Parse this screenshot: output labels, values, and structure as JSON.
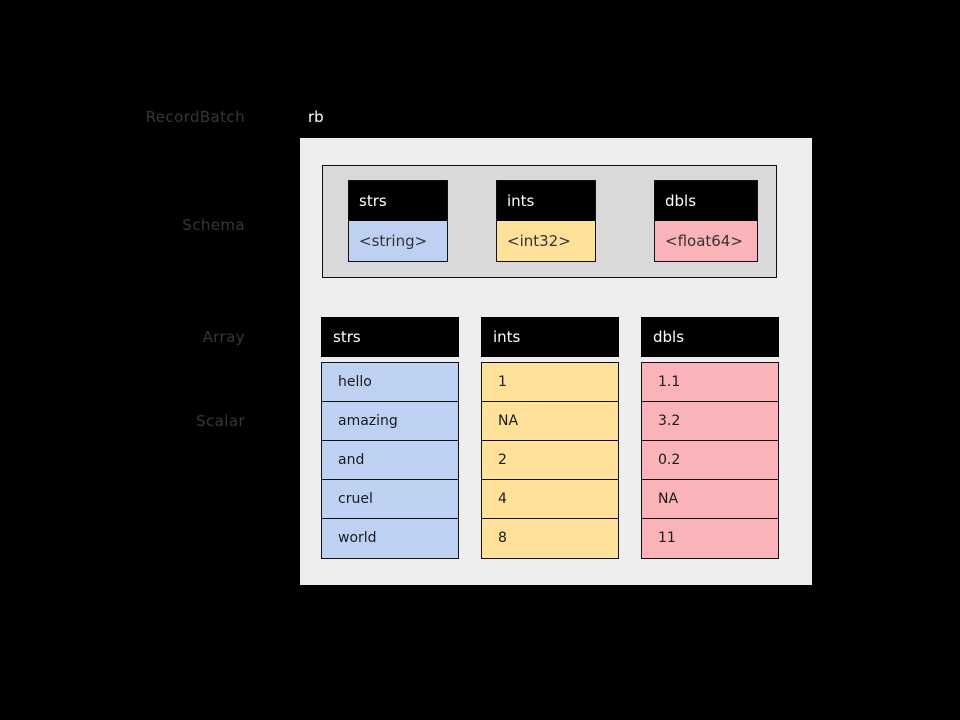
{
  "labels": {
    "recordbatch": "RecordBatch",
    "schema": "Schema",
    "array": "Array",
    "scalar": "Scalar"
  },
  "recordbatch": {
    "name": "rb"
  },
  "schema": {
    "fields": [
      {
        "name": "strs",
        "type": "<string>",
        "color": "#bed1f2"
      },
      {
        "name": "ints",
        "type": "<int32>",
        "color": "#ffe19a"
      },
      {
        "name": "dbls",
        "type": "<float64>",
        "color": "#fab4b9"
      }
    ]
  },
  "columns": [
    {
      "name": "strs",
      "color": "#bed1f2",
      "values": [
        "hello",
        "amazing",
        "and",
        "cruel",
        "world"
      ]
    },
    {
      "name": "ints",
      "color": "#ffe19a",
      "values": [
        "1",
        "NA",
        "2",
        "4",
        "8"
      ]
    },
    {
      "name": "dbls",
      "color": "#fab4b9",
      "values": [
        "1.1",
        "3.2",
        "0.2",
        "NA",
        "11"
      ]
    }
  ],
  "arrows": [
    {
      "name": "schema-arrow",
      "target": "Schema"
    },
    {
      "name": "array-arrow",
      "target": "Array"
    },
    {
      "name": "scalar-arrow",
      "target": "Scalar"
    }
  ],
  "colors": {
    "background": "#000000",
    "container": "#eeeeee",
    "schema_panel": "#d9d9d9",
    "header": "#000000",
    "header_text": "#ffffff",
    "label_text": "#33383d",
    "stroke": "#111111"
  }
}
